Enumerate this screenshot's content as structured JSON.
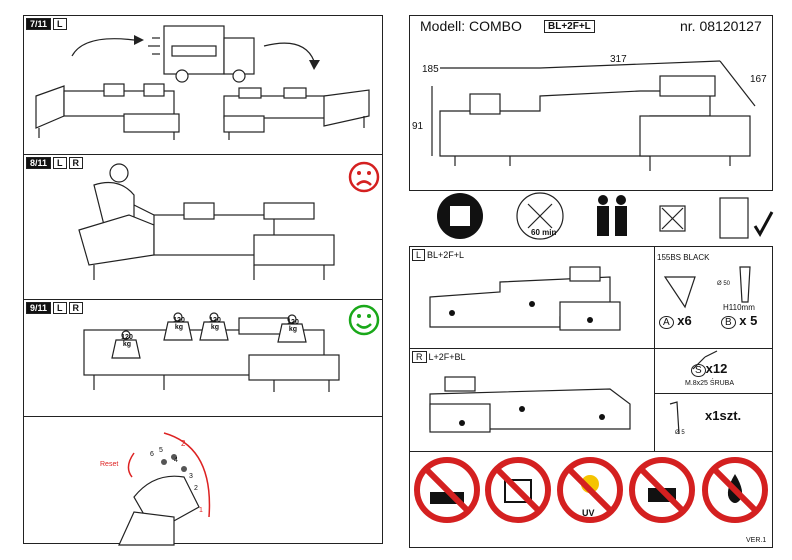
{
  "header": {
    "model": "Modell: COMBO",
    "variant": "BL+2F+L",
    "number": "nr. 08120127"
  },
  "dimensions": {
    "width": "185",
    "length": "317",
    "depth": "167",
    "height": "91"
  },
  "steps": [
    {
      "num": "7/11",
      "sides": [
        "L"
      ]
    },
    {
      "num": "8/11",
      "sides": [
        "L",
        "R"
      ]
    },
    {
      "num": "9/11",
      "sides": [
        "L",
        "R"
      ]
    }
  ],
  "weights": [
    "120\nkg",
    "120\nkg",
    "120\nkg",
    "120\nkg"
  ],
  "weight_label": "120",
  "weight_unit": "kg",
  "icons": {
    "time": "60 min",
    "manual": "manual-icon",
    "tools": "tools-icon",
    "people": "two-people-icon"
  },
  "variants": [
    {
      "side": "L",
      "code": "BL+2F+L"
    },
    {
      "side": "R",
      "code": "L+2F+BL"
    }
  ],
  "parts": {
    "legs_label": "155BS BLACK",
    "legs_letter": "A",
    "legs_count": "x6",
    "foot_diameter": "Ø 50",
    "foot_height": "H110mm",
    "foot_letter": "B",
    "foot_count": "x 5",
    "screw_letter": "S",
    "screw_count": "x12",
    "screw_spec": "M.8x25 ŚRUBA",
    "key_count": "x1szt.",
    "key_size": "Ø 5"
  },
  "reset": {
    "label": "Reset",
    "n1": "1",
    "n2": "2",
    "n3": "3",
    "n4": "4",
    "n5": "5",
    "n6": "6"
  },
  "uv_label": "UV",
  "version": "VER.1",
  "colors": {
    "sad": "#d42020",
    "happy": "#1aa81a",
    "prohibit": "#d42020"
  }
}
